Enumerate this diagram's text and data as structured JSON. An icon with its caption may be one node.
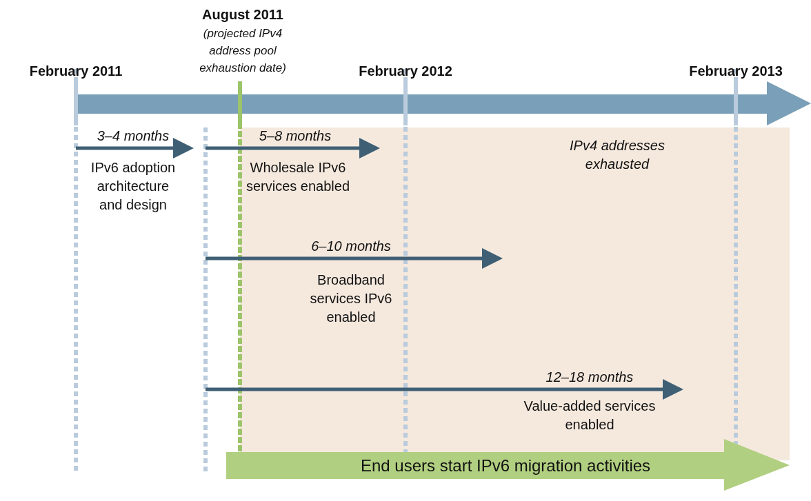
{
  "diagram": {
    "labels": [
      "August 2011",
      "(projected IPv4 address pool exhaustion date)",
      "February 2011",
      "February 2012",
      "February 2013",
      "3–4 months",
      "IPv6 adoption architecture and design",
      "5–8 months",
      "Wholesale IPv6 services enabled",
      "IPv4 addresses exhausted",
      "6–10 months",
      "Broadband services IPv6 enabled",
      "12–18 months",
      "Value-added services enabled",
      "End users start IPv6 migration activities"
    ]
  }
}
